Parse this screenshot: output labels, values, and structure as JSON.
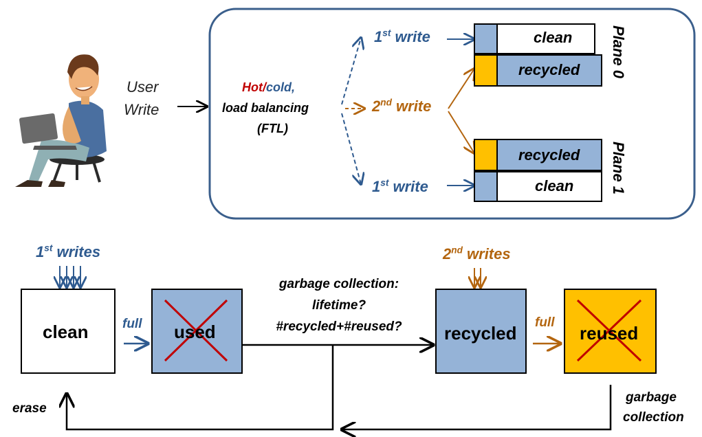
{
  "colors": {
    "blue": "#2e5a8f",
    "orange": "#b3650f",
    "red_hot": "#c00000",
    "box_blue": "#95b3d7",
    "box_orange": "#ffc000",
    "cross_red": "#c00000",
    "frame": "#3b5f8c"
  },
  "top": {
    "user_label_1": "User",
    "user_label_2": "Write",
    "ftl_hot": "Hot/",
    "ftl_cold": "cold,",
    "ftl_line2": "load balancing",
    "ftl_line3": "(FTL)",
    "write1_num": "1",
    "write1_sup": "st",
    "write1_word": " write",
    "write2_num": "2",
    "write2_sup": "nd",
    "write2_word": " write",
    "block_clean": "clean",
    "block_recycled": "recycled",
    "plane0": "Plane 0",
    "plane1": "Plane 1"
  },
  "bottom": {
    "writes1_num": "1",
    "writes1_sup": "st",
    "writes1_word": " writes",
    "writes2_num": "2",
    "writes2_sup": "nd",
    "writes2_word": " writes",
    "state_clean": "clean",
    "state_used": "used",
    "state_recycled": "recycled",
    "state_reused": "reused",
    "full_1": "full",
    "full_2": "full",
    "gc_line1": "garbage collection:",
    "gc_line2": "lifetime?",
    "gc_line3": "#recycled+#reused?",
    "erase": "erase",
    "gc2_line1": "garbage",
    "gc2_line2": "collection"
  }
}
